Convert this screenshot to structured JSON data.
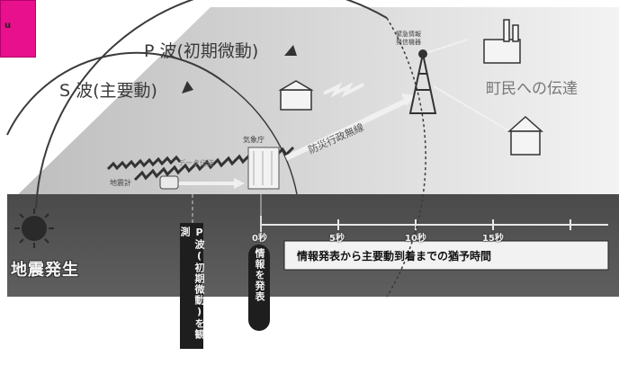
{
  "tab": {
    "text": "u"
  },
  "waves": {
    "p_wave": "P 波(初期微動)",
    "s_wave": "S 波(主要動)"
  },
  "labels": {
    "seismometer": "地震計",
    "seismograph": "気象庁",
    "disaster_radio": "防災行政無線",
    "town_announce": "町民への伝達",
    "trans_tower": "緊急情報\n発信機器",
    "data_link": "データ伝送"
  },
  "bottom": {
    "quake_occur": "地震発生",
    "p_detect": "P波(初期微動)を観測",
    "announce": "情報を発表",
    "bar_caption": "情報発表から主要動到着までの猶予時間",
    "ticks": [
      "0秒",
      "5秒",
      "10秒",
      "15秒"
    ]
  },
  "icons": [
    "sun-icon",
    "factory-icon",
    "house-icon",
    "radio-tower-icon",
    "seismograph-icon",
    "building-icon"
  ]
}
